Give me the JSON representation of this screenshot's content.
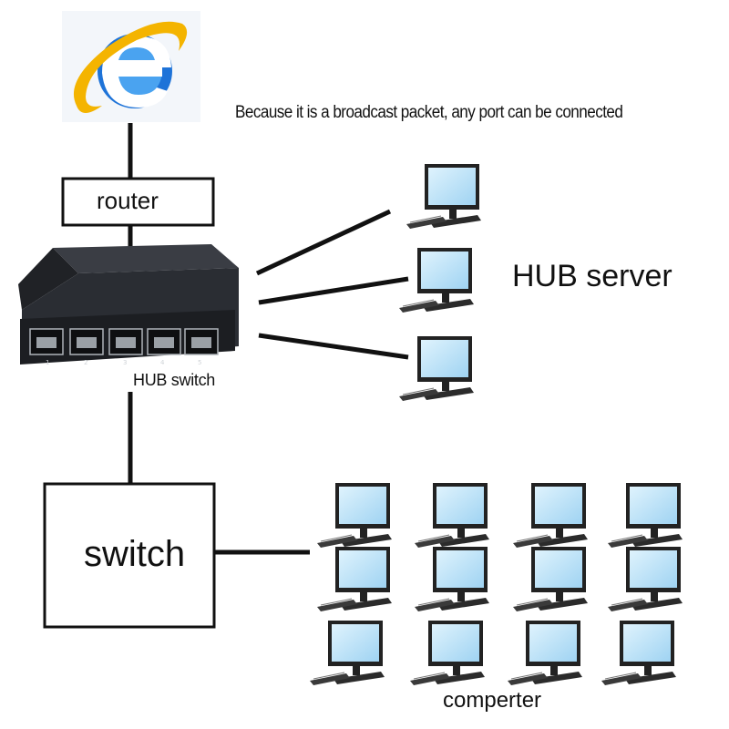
{
  "labels": {
    "note": "Because it is a broadcast packet, any port can be connected",
    "router": "router",
    "hub_switch": "HUB switch",
    "hub_server": "HUB server",
    "switch": "switch",
    "computer": "comperter"
  },
  "hub_ports": [
    "1",
    "2",
    "3",
    "4",
    "5"
  ],
  "colors": {
    "line": "#111111",
    "hub_body": "#2a2d33",
    "screen": "#bfe6fa",
    "ie_blue": "#1e73d8",
    "ie_ring": "#f4b400"
  },
  "icons": {
    "browser": "internet-explorer-icon",
    "hub": "network-hub-icon",
    "computer": "desktop-computer-icon"
  }
}
